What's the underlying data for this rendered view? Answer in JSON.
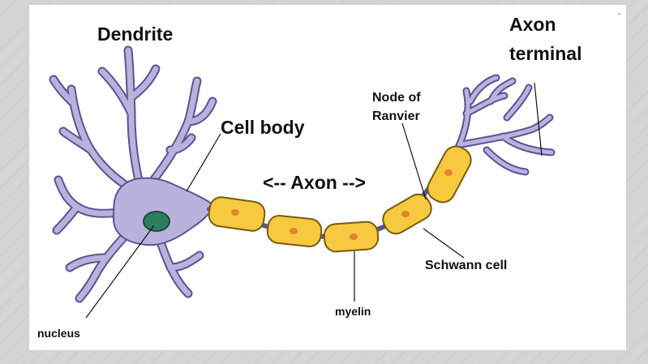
{
  "diagram": {
    "labels": {
      "dendrite": "Dendrite",
      "cell_body": "Cell body",
      "axon": "<-- Axon -->",
      "axon_terminal_line1": "Axon",
      "axon_terminal_line2": "terminal",
      "node_of_ranvier_line1": "Node of",
      "node_of_ranvier_line2": "Ranvier",
      "schwann_cell": "Schwann cell",
      "myelin": "myelin",
      "nucleus": "nucleus"
    },
    "colors": {
      "neuron_body": "#b9b2dd",
      "neuron_outline": "#5c5394",
      "myelin_fill": "#f6c93e",
      "myelin_outline": "#7a5a12",
      "schwann_nucleus": "#e2852c",
      "nucleus": "#2f7d60",
      "background": "#ffffff"
    }
  }
}
